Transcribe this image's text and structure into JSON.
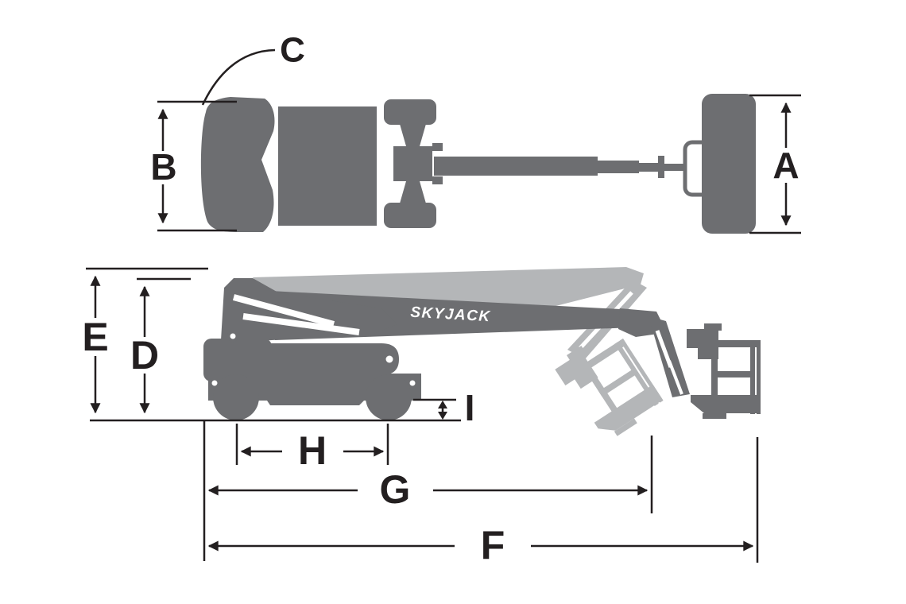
{
  "brand_logo": "SKYJACK",
  "dimension_labels": {
    "A": "A",
    "B": "B",
    "C": "C",
    "D": "D",
    "E": "E",
    "F": "F",
    "G": "G",
    "H": "H",
    "I": "I"
  },
  "colors": {
    "machine_dark": "#6d6e71",
    "machine_light": "#b4b6b8",
    "dimension_ink": "#231f20",
    "background": "#ffffff",
    "logo_text": "#ffffff"
  }
}
